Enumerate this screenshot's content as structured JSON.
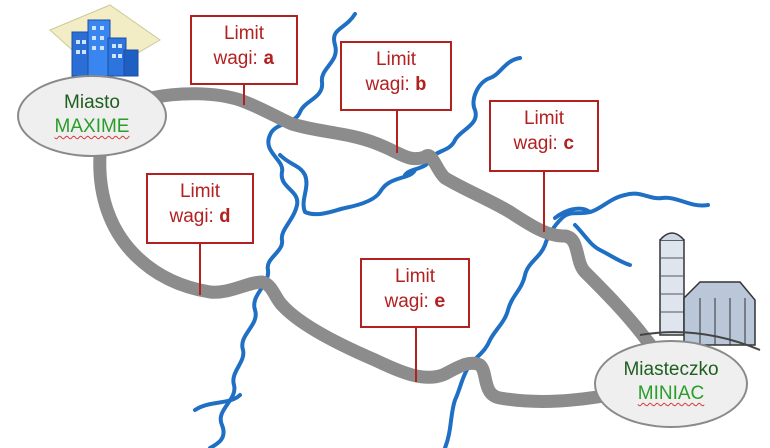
{
  "cities": {
    "big": {
      "line1": "Miasto",
      "line2": "MAXIME"
    },
    "small": {
      "line1": "Miasteczko",
      "line2": "MINIAC"
    }
  },
  "signs": [
    {
      "prefix": "Limit",
      "label": "wagi:",
      "code": "a"
    },
    {
      "prefix": "Limit",
      "label": "wagi:",
      "code": "b"
    },
    {
      "prefix": "Limit",
      "label": "wagi:",
      "code": "c"
    },
    {
      "prefix": "Limit",
      "label": "wagi:",
      "code": "d"
    },
    {
      "prefix": "Limit",
      "label": "wagi:",
      "code": "e"
    }
  ],
  "colors": {
    "road": "#8c8c8c",
    "river": "#1f6fc4",
    "sign_border": "#b32020",
    "city_text": "#1e5f1e"
  },
  "icons": {
    "city": "city-buildings-icon",
    "town": "farm-silo-icon"
  }
}
